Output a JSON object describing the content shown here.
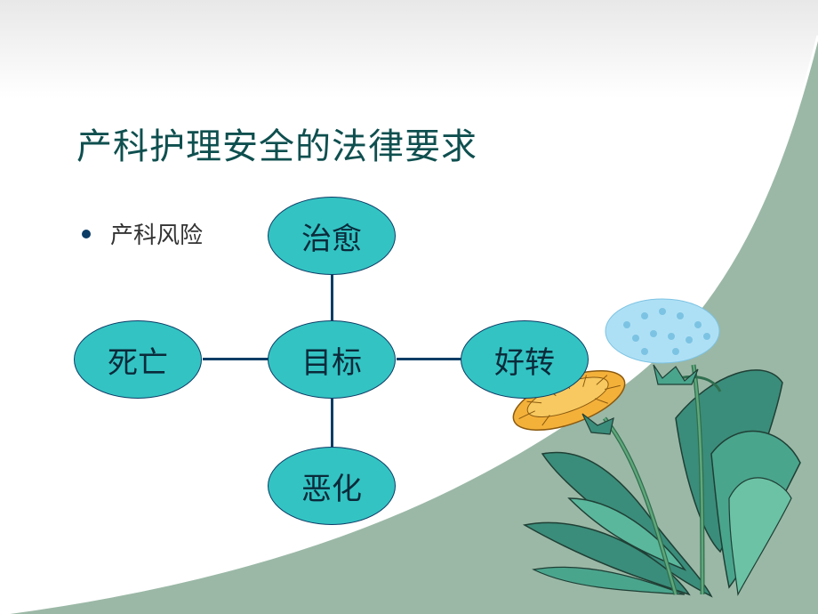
{
  "slide": {
    "title": "产科护理安全的法律要求",
    "bullets": [
      {
        "text": "产科风险"
      }
    ]
  },
  "diagram": {
    "center": "目标",
    "top": "治愈",
    "left": "死亡",
    "right": "好转",
    "bottom": "恶化"
  },
  "colors": {
    "title": "#0f4f4f",
    "node_fill": "#33c3c3",
    "node_border": "#0c3d66",
    "connector": "#0c3d66",
    "background_panel": "#9bb8a6"
  },
  "icons": {
    "decoration": "dandelion-illustration"
  }
}
